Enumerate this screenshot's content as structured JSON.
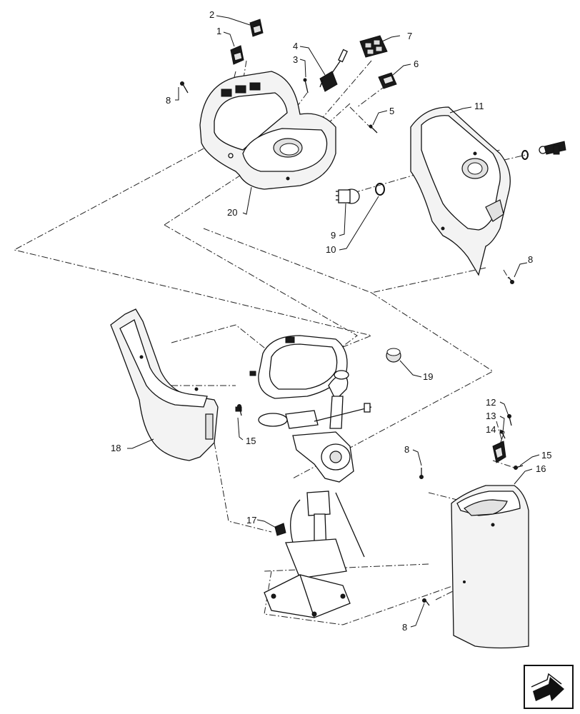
{
  "callouts": {
    "c1": "1",
    "c2": "2",
    "c3": "3",
    "c4": "4",
    "c5": "5",
    "c6": "6",
    "c7": "7",
    "c8a": "8",
    "c8b": "8",
    "c8c": "8",
    "c8d": "8",
    "c9": "9",
    "c10": "10",
    "c11": "11",
    "c12": "12",
    "c13": "13",
    "c14": "14",
    "c15a": "15",
    "c15b": "15",
    "c16": "16",
    "c17": "17",
    "c18": "18",
    "c19": "19",
    "c20": "20"
  },
  "icons": {
    "nav": "next-page-arrow-icon"
  }
}
